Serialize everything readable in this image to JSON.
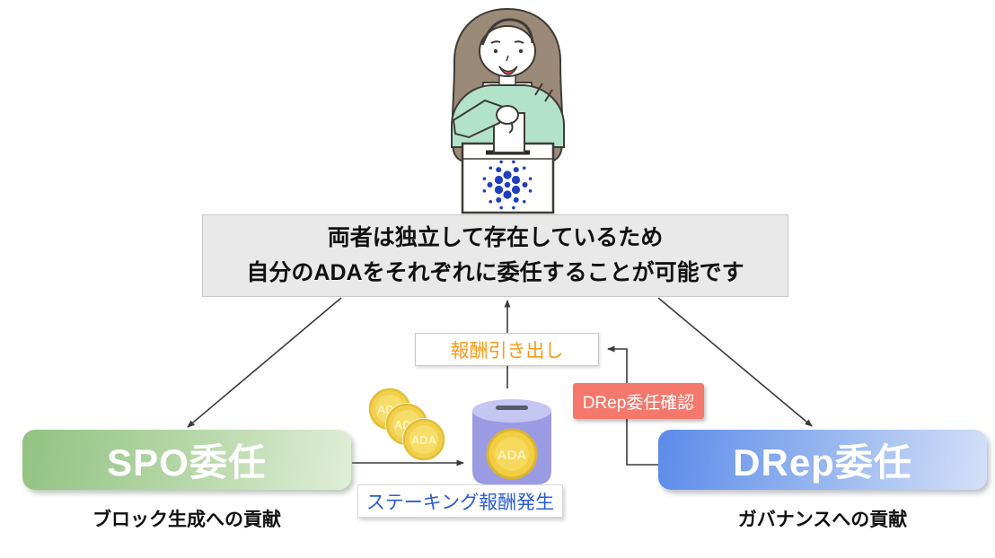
{
  "diagram": {
    "title_box": {
      "line1": "両者は独立して存在しているため",
      "line2": "自分のADAをそれぞれに委任することが可能です"
    },
    "spo": {
      "label": "SPO委任",
      "caption": "ブロック生成への貢献"
    },
    "drep": {
      "label": "DRep委任",
      "caption": "ガバナンスへの貢献"
    },
    "reward_box": {
      "label": "報酬引き出し"
    },
    "drep_check_box": {
      "label": "DRep委任確認"
    },
    "staking_box": {
      "label": "ステーキング報酬発生"
    },
    "coin_label": "ADA",
    "icons": {
      "voter_illustration": "woman-casting-ballot",
      "ballot_box": "cardano-ballot-box-icon",
      "coins": "ada-coins-icon",
      "savings_bank": "piggy-bank-cylinder-icon"
    },
    "colors": {
      "spo_green": "#92c282",
      "drep_blue": "#5b8be9",
      "reward_orange": "#f89b1b",
      "check_red": "#f4786b",
      "staking_blue": "#2b5cd9",
      "cardano_blue": "#1e3fbf",
      "coin_gold": "#f2ce43",
      "bank_purple": "#9b9be4",
      "title_gray": "#e9e9e9"
    }
  }
}
